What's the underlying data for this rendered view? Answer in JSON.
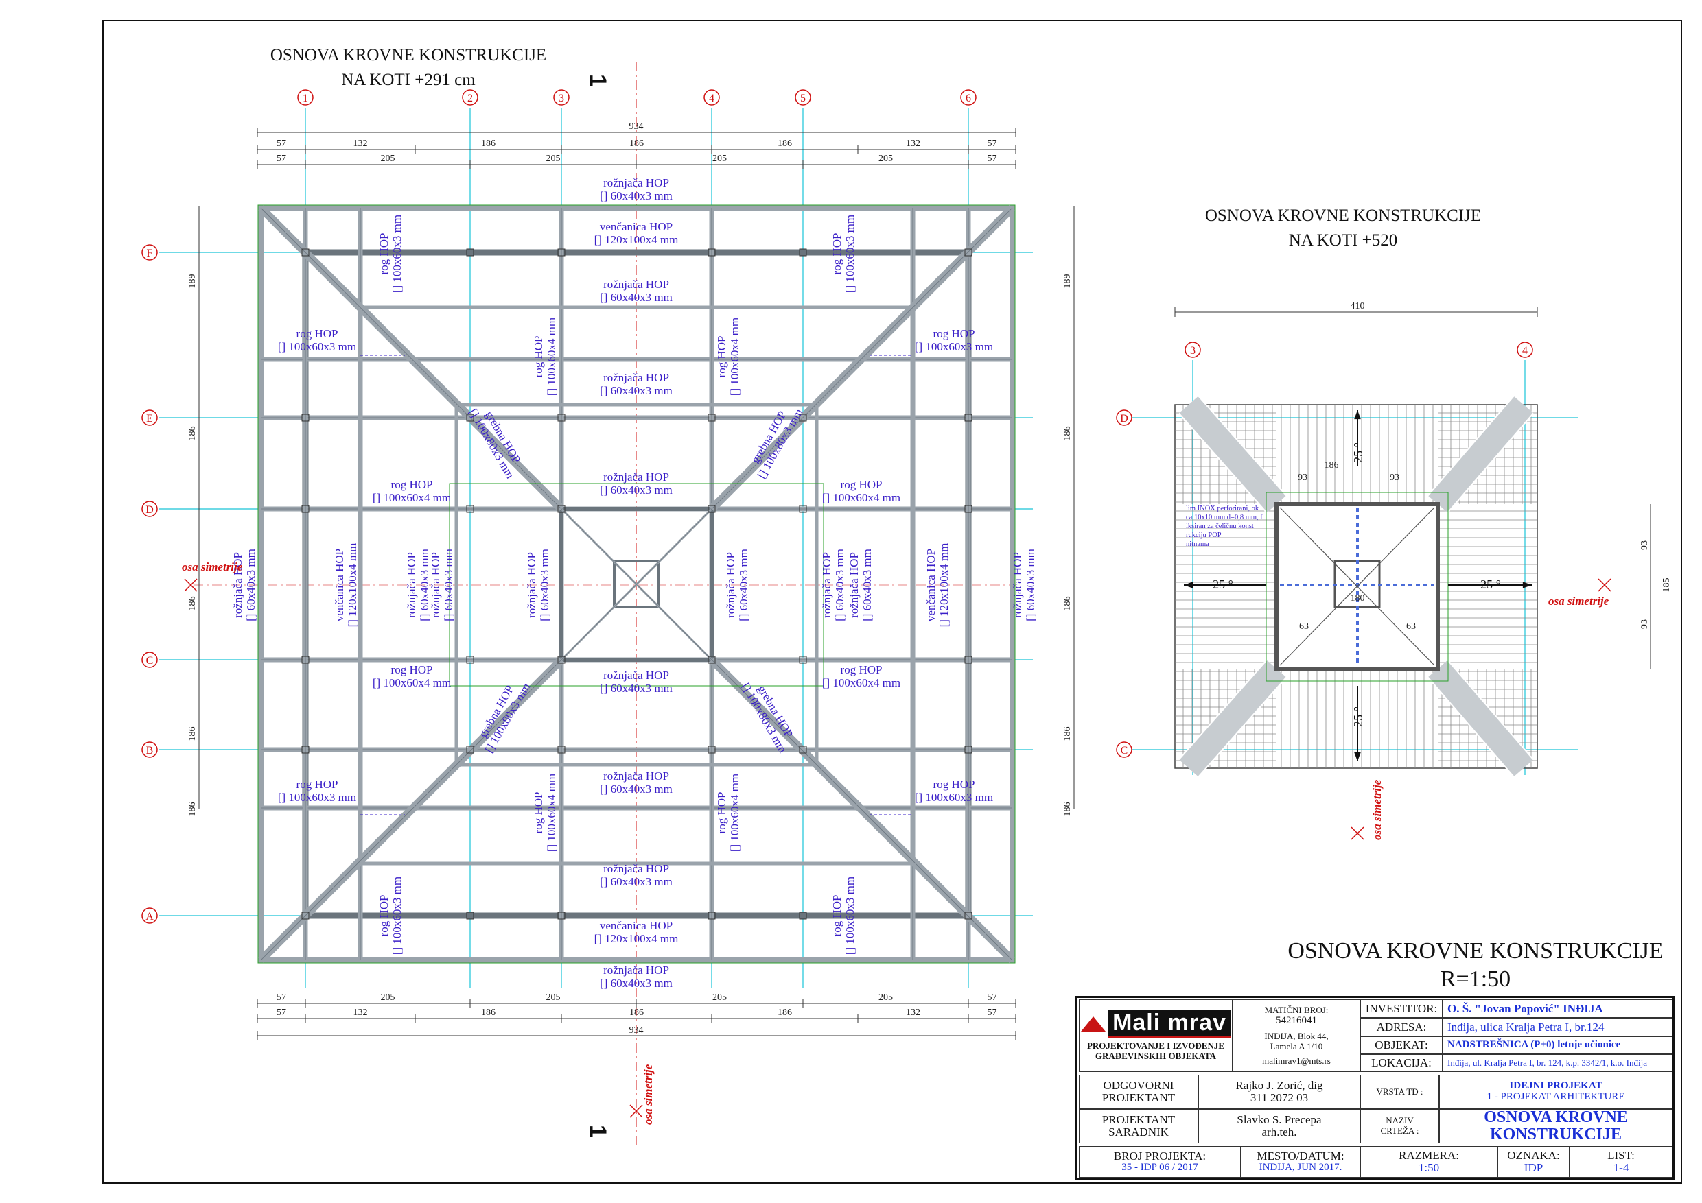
{
  "titles": {
    "plan1_line1": "OSNOVA KROVNE KONSTRUKCIJE",
    "plan1_line2": "NA KOTI +291 cm",
    "plan2_line1": "OSNOVA KROVNE KONSTRUKCIJE",
    "plan2_line2": "NA KOTI +520",
    "main_line1": "OSNOVA KROVNE KONSTRUKCIJE",
    "main_line2": "R=1:50",
    "section_mark": "1"
  },
  "axes": {
    "columns": [
      "1",
      "2",
      "3",
      "4",
      "5",
      "6"
    ],
    "rows": [
      "F",
      "E",
      "D",
      "C",
      "B",
      "A"
    ],
    "plan2_columns": [
      "3",
      "4"
    ],
    "plan2_rows": [
      "D",
      "C"
    ]
  },
  "dimensions": {
    "top_total": "934",
    "top_row1": [
      "57",
      "132",
      "186",
      "186",
      "186",
      "132",
      "57"
    ],
    "top_row2": [
      "57",
      "205",
      "205",
      "205",
      "205",
      "57"
    ],
    "bottom_row1": [
      "57",
      "205",
      "205",
      "205",
      "205",
      "57"
    ],
    "bottom_row2": [
      "57",
      "132",
      "186",
      "186",
      "186",
      "132",
      "57"
    ],
    "bottom_total": "934",
    "side": [
      "189",
      "186",
      "186",
      "186",
      "186"
    ],
    "plan2_width": "410",
    "plan2_side": [
      "93",
      "185",
      "93"
    ],
    "plan2_inner": [
      "93",
      "186",
      "93",
      "180",
      "63",
      "63"
    ],
    "plan2_angle": "25 °"
  },
  "labels": {
    "symmetry": "osa simetrije",
    "beams": [
      {
        "name": "rožnjača HOP",
        "size": "[] 60x40x3 mm"
      },
      {
        "name": "venčanica HOP",
        "size": "[] 120x100x4 mm"
      },
      {
        "name": "rog HOP",
        "size": "[] 100x60x3 mm"
      },
      {
        "name": "rog HOP",
        "size": "[] 100x60x4 mm"
      },
      {
        "name": "grebna HOP",
        "size": "[] 100x80x3 mm"
      }
    ],
    "plan2_note": "lim INOX perforirani, okca 10x10 mm d=0,8 mm, fiksiran za čeličnu konstrukciju POP nitnama"
  },
  "title_block": {
    "company": "Mali mrav",
    "company_line1": "PROJEKTOVANJE I IZVOĐENJE",
    "company_line2": "GRAĐEVINSKIH OBJEKATA",
    "mb_label": "MATIČNI BROJ:",
    "mb_value": "54216041",
    "address1": "INĐIJA, Blok 44,",
    "address2": "Lamela A 1/10",
    "email": "malimrav1@mts.rs",
    "investor_label": "INVESTITOR:",
    "investor_value": "O. Š. \"Jovan Popović\" INĐIJA",
    "adresa_label": "ADRESA:",
    "adresa_value": "Inđija, ulica Kralja Petra I, br.124",
    "objekat_label": "OBJEKAT:",
    "objekat_value": "NADSTREŠNICA (P+0) letnje učionice",
    "lokacija_label": "LOKACIJA:",
    "lokacija_value": "Inđija, ul. Kralja Petra I, br. 124, k.p. 3342/1, k.o. Inđija",
    "odg_label1": "ODGOVORNI",
    "odg_label2": "PROJEKTANT",
    "odg_value1": "Rajko J. Zorić, dig",
    "odg_value2": "311 2072 03",
    "vrsta_label": "VRSTA TD :",
    "vrsta_value1": "IDEJNI PROJEKAT",
    "vrsta_value2": "1 - PROJEKAT ARHITEKTURE",
    "saradnik_label1": "PROJEKTANT",
    "saradnik_label2": "SARADNIK",
    "saradnik_value1": "Slavko S. Precepa",
    "saradnik_value2": "arh.teh.",
    "naziv_label1": "NAZIV",
    "naziv_label2": "CRTEŽA :",
    "naziv_value1": "OSNOVA KROVNE",
    "naziv_value2": "KONSTRUKCIJE",
    "broj_label": "BROJ PROJEKTA:",
    "broj_value": "35 - IDP 06 / 2017",
    "mesto_label": "MESTO/DATUM:",
    "mesto_value": "INĐIJA, JUN 2017.",
    "razmera_label": "RAZMERA:",
    "razmera_value": "1:50",
    "oznaka_label": "OZNAKA:",
    "oznaka_value": "IDP",
    "list_label": "LIST:",
    "list_value": "1-4"
  },
  "colors": {
    "axis": "#19c4d8",
    "steel": "#9aa3ab",
    "beam_text": "#3a1fc8",
    "red": "#d01010",
    "green": "#2aa02a",
    "blue_text": "#1a2fd6"
  }
}
